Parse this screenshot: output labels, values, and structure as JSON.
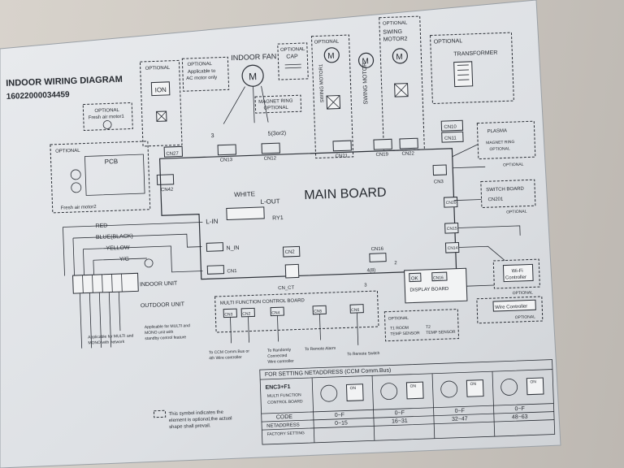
{
  "header": {
    "title": "INDOOR WIRING DIAGRAM",
    "code": "16022000034459"
  },
  "top": {
    "fresh_air_optional": "OPTIONAL",
    "fresh_air_motor": "Fresh air motor1",
    "ion_optional": "OPTIONAL",
    "ion": "ION",
    "ac_optional": "OPTIONAL",
    "ac_note1": "Applicable to",
    "ac_note2": "AC motor only",
    "indoor_fan": "INDOOR FAN",
    "cap_optional": "OPTIONAL",
    "cap": "CAP",
    "magnet_ring": "MAGNET RING",
    "magnet_ring_opt": "OPTIONAL",
    "swing_opt1": "OPTIONAL",
    "swing_motor1": "SWING MOTOR1",
    "swing_motor": "SWING MOTOR",
    "swing_opt2": "OPTIONAL",
    "swing_label2a": "SWING",
    "swing_label2b": "MOTOR2",
    "transformer_opt": "OPTIONAL",
    "transformer": "TRANSFORMER"
  },
  "connectors": {
    "cn27": "CN27",
    "cn13": "CN13",
    "cn12": "CN12",
    "cn21": "CN21",
    "cn19": "CN19",
    "cn22": "CN22",
    "cn10": "CN10",
    "cn11": "CN11",
    "cn42": "CN42",
    "cn3": "CN3",
    "cn20": "CN20",
    "cn15": "CN15",
    "cn14": "CN14",
    "cn1": "CN1",
    "cn2": "CN2",
    "cn16": "CN16",
    "n_in": "N_IN",
    "cn_ct": "CN_CT",
    "pin3": "3",
    "pin5": "5(3or2)",
    "pin4": "4(8)",
    "pin2": "2",
    "pin3b": "3"
  },
  "main": {
    "board": "MAIN BOARD",
    "white": "WHITE",
    "l_out": "L-OUT",
    "l_in": "L-IN",
    "ry1": "RY1",
    "red": "RED",
    "blue_black": "BLUE(BLACK)",
    "yellow": "YELLOW",
    "yg": "Y/G",
    "indoor_unit": "INDOOR UNIT",
    "outdoor_unit": "OUTDOOR UNIT",
    "pcb": "PCB",
    "pcb_optional": "OPTIONAL",
    "fresh_air_motor2": "Fresh air motor2"
  },
  "right": {
    "plasma": "PLASMA",
    "magnet_ring2": "MAGNET RING",
    "magnet_opt2": "OPTIONAL",
    "optional_a": "OPTIONAL",
    "switch_board": "SWITCH BOARD",
    "cn201": "CN201",
    "optional_b": "OPTIONAL",
    "wifi": "Wi-Fi",
    "controller": "Controller",
    "optional_c": "OPTIONAL",
    "wire_controller": "Wire Controller",
    "optional_d": "OPTIONAL"
  },
  "multi": {
    "title": "MULTI FUNCTION CONTROL BOARD",
    "cn3": "CN3",
    "cn2": "CN2",
    "cn4": "CN4",
    "cn5": "CN5",
    "cn6": "CN6",
    "t1": "To CCM Comm.Bus or",
    "t1b": "4th Wire controller",
    "t2": "To Randomly",
    "t2b": "Connected",
    "t2c": "Wire controller",
    "t3": "To Remote Alarm",
    "t4": "To Remote Switch",
    "note1": "Applicable for MULTI and",
    "note1b": "MONO with network",
    "note2": "Applicable for MULTI and",
    "note2b": "MONO unit with",
    "note2c": "standby control feature"
  },
  "display": {
    "ok": "OK",
    "cn16": "CN16",
    "board": "DISPLAY BOARD",
    "optional": "OPTIONAL",
    "sensor1": "T1 ROOM",
    "sensor1b": "TEMP SENSOR",
    "sensor2": "T2",
    "sensor2b": "TEMP SENSOR"
  },
  "netaddress": {
    "title": "FOR SETTING NETADDRESS (CCM Comm.Bus)",
    "switch_name": "ENC3+F1",
    "switch_sub": "MULTI FUNCTION",
    "switch_sub2": "CONTROL BOARD",
    "on": "ON",
    "code_label": "CODE",
    "net_label": "NETADDRESS",
    "factory": "FACTORY SETTING",
    "codes": [
      "0~F",
      "0~F",
      "0~F",
      "0~F"
    ],
    "ranges": [
      "0~15",
      "16~31",
      "32~47",
      "48~63"
    ]
  },
  "legend": {
    "line1": "This symbol indicates the",
    "line2": "element is optional,the actual",
    "line3": "shape shall prevail."
  }
}
